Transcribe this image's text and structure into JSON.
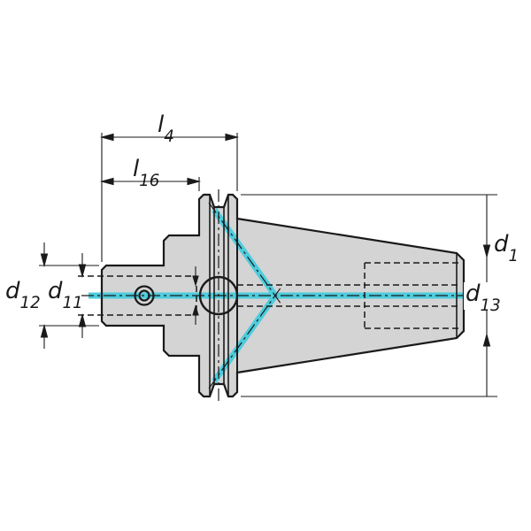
{
  "colors": {
    "outline": "#1a1a1a",
    "body_fill": "#d4d4d4",
    "coolant": "#4dccdd",
    "background": "#ffffff"
  },
  "labels": {
    "l4": {
      "base": "l",
      "sub": "4"
    },
    "l16": {
      "base": "l",
      "sub": "16"
    },
    "d12": {
      "base": "d",
      "sub": "12"
    },
    "d11": {
      "base": "d",
      "sub": "11"
    },
    "d1": {
      "base": "d",
      "sub": "1"
    },
    "d13": {
      "base": "d",
      "sub": "13"
    }
  }
}
